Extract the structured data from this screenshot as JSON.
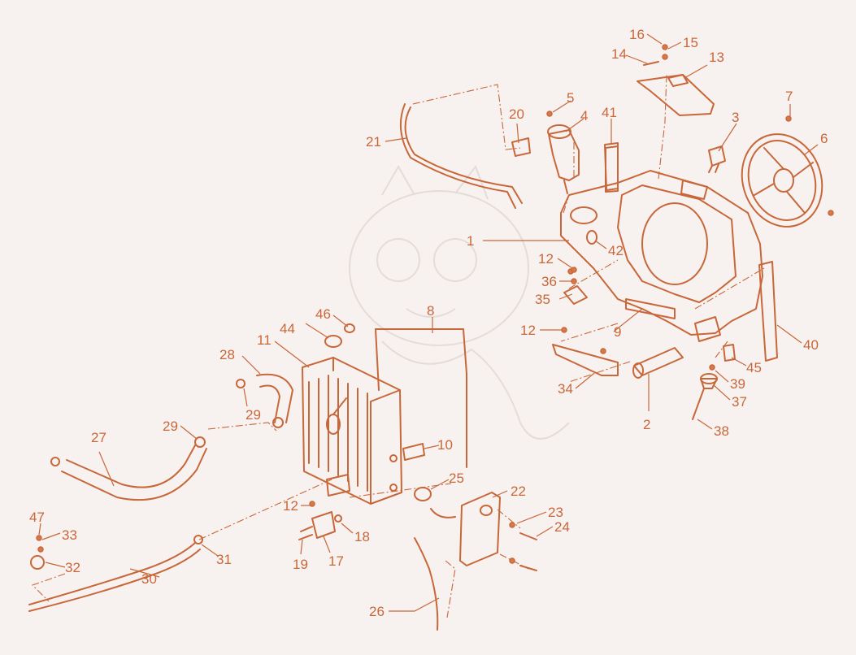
{
  "diagram": {
    "type": "exploded-parts-diagram",
    "line_color": "#c8673a",
    "background": "#f7f2ef",
    "labels": [
      {
        "id": "1",
        "text": "1"
      },
      {
        "id": "2",
        "text": "2"
      },
      {
        "id": "3",
        "text": "3"
      },
      {
        "id": "4",
        "text": "4"
      },
      {
        "id": "5",
        "text": "5"
      },
      {
        "id": "6",
        "text": "6"
      },
      {
        "id": "7",
        "text": "7"
      },
      {
        "id": "8",
        "text": "8"
      },
      {
        "id": "9",
        "text": "9"
      },
      {
        "id": "10",
        "text": "10"
      },
      {
        "id": "11",
        "text": "11"
      },
      {
        "id": "12a",
        "text": "12"
      },
      {
        "id": "12b",
        "text": "12"
      },
      {
        "id": "12c",
        "text": "12"
      },
      {
        "id": "13",
        "text": "13"
      },
      {
        "id": "14",
        "text": "14"
      },
      {
        "id": "15",
        "text": "15"
      },
      {
        "id": "16",
        "text": "16"
      },
      {
        "id": "17",
        "text": "17"
      },
      {
        "id": "18",
        "text": "18"
      },
      {
        "id": "19",
        "text": "19"
      },
      {
        "id": "20",
        "text": "20"
      },
      {
        "id": "21",
        "text": "21"
      },
      {
        "id": "22",
        "text": "22"
      },
      {
        "id": "23",
        "text": "23"
      },
      {
        "id": "24",
        "text": "24"
      },
      {
        "id": "25",
        "text": "25"
      },
      {
        "id": "26",
        "text": "26"
      },
      {
        "id": "27",
        "text": "27"
      },
      {
        "id": "28",
        "text": "28"
      },
      {
        "id": "29a",
        "text": "29"
      },
      {
        "id": "29b",
        "text": "29"
      },
      {
        "id": "30",
        "text": "30"
      },
      {
        "id": "31",
        "text": "31"
      },
      {
        "id": "32",
        "text": "32"
      },
      {
        "id": "33",
        "text": "33"
      },
      {
        "id": "34",
        "text": "34"
      },
      {
        "id": "35",
        "text": "35"
      },
      {
        "id": "36",
        "text": "36"
      },
      {
        "id": "37",
        "text": "37"
      },
      {
        "id": "38",
        "text": "38"
      },
      {
        "id": "39",
        "text": "39"
      },
      {
        "id": "40",
        "text": "40"
      },
      {
        "id": "41",
        "text": "41"
      },
      {
        "id": "42",
        "text": "42"
      },
      {
        "id": "44",
        "text": "44"
      },
      {
        "id": "45",
        "text": "45"
      },
      {
        "id": "46",
        "text": "46"
      },
      {
        "id": "47",
        "text": "47"
      }
    ]
  }
}
